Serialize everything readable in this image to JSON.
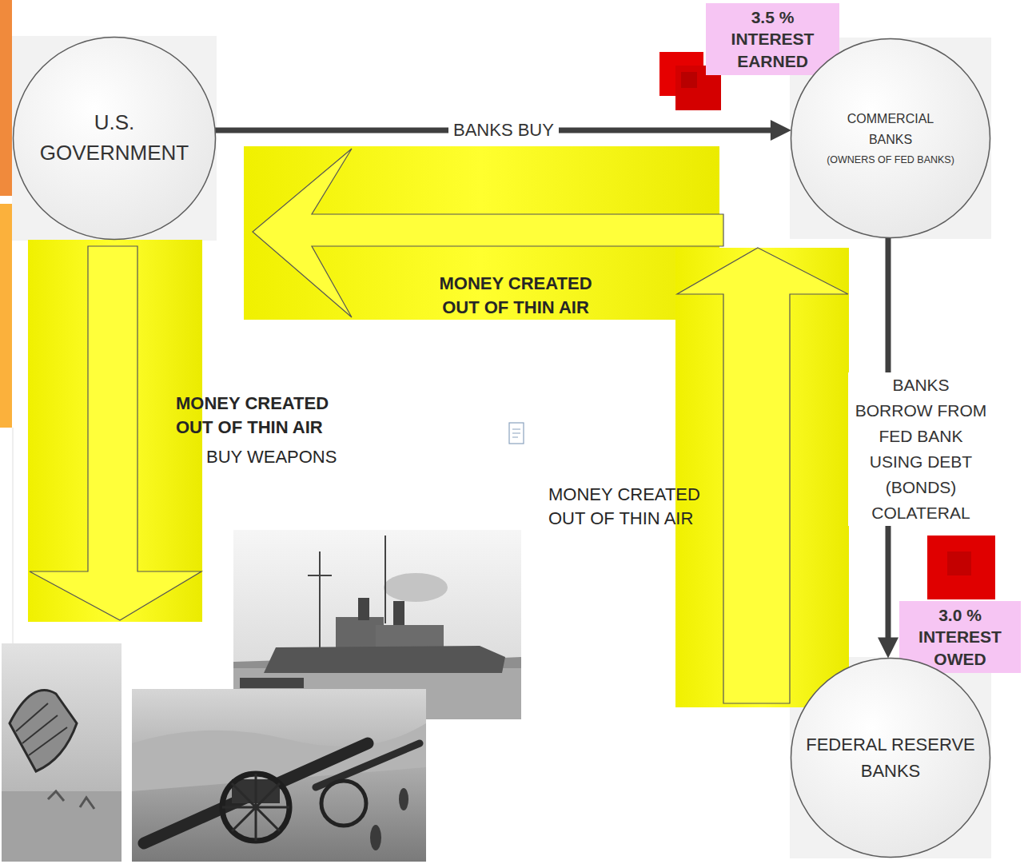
{
  "diagram": {
    "nodes": [
      {
        "text": [
          "U.S. GOVERNMENT"
        ]
      },
      {
        "text": [
          "3.5 % INTEREST EARNED"
        ]
      },
      {
        "text": [
          "COMMERCIAL BANKS",
          "(OWNERS OF FED BANKS)"
        ]
      },
      {
        "text": [
          "3.0 % INTEREST OWED"
        ]
      },
      {
        "text": [
          "FEDERAL RESERVE BANKS"
        ]
      }
    ],
    "edges": [
      {
        "from": 0,
        "to": 2,
        "arrow": "to",
        "label": "BANKS BUY"
      },
      {
        "from": 2,
        "to": 4,
        "arrow": "to",
        "label": "BANKS BORROW FROM FED BANK USING DEBT (BONDS) COLATERAL"
      }
    ],
    "labels": [
      "MONEY CREATED OUT OF THIN AIR",
      "MONEY CREATED OUT OF THIN AIR",
      "BUY WEAPONS",
      "MONEY CREATED OUT OF THIN AIR"
    ]
  }
}
